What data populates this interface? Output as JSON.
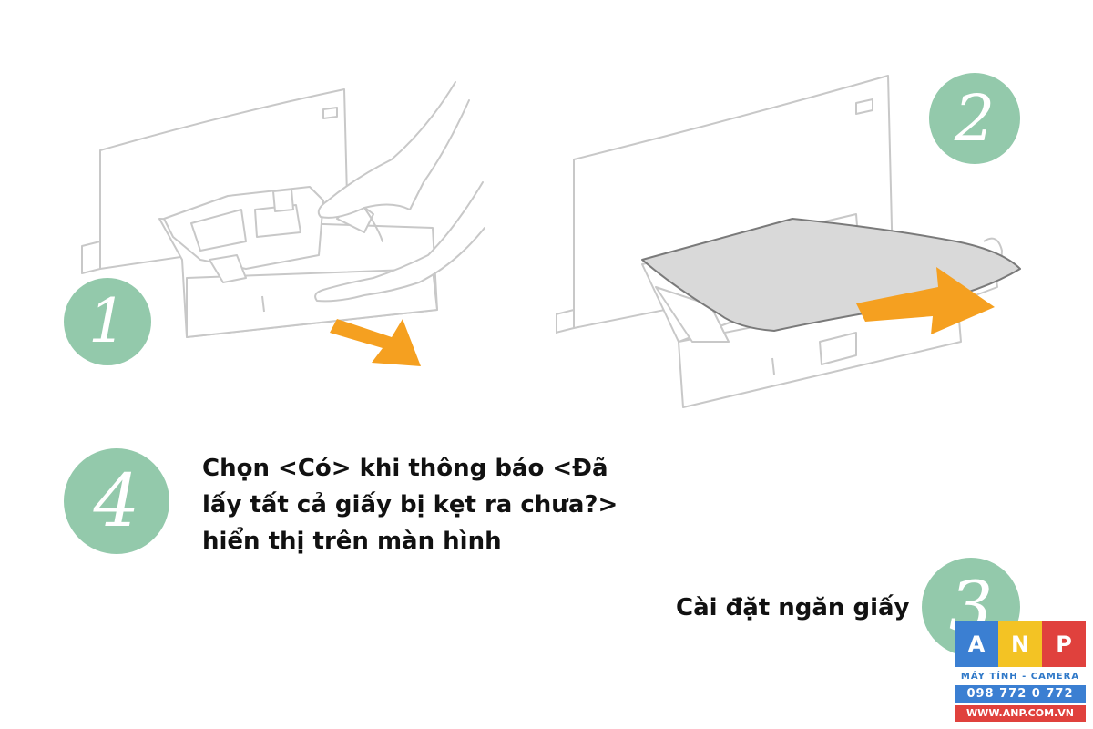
{
  "colors": {
    "step_circle": "#93c9ab",
    "arrow": "#f5a020",
    "line_art": "#c8c8c8",
    "paper": "#d9d9d9",
    "caption_text": "#111111",
    "logo_blue": "#3b7fd2",
    "logo_yellow": "#f3c324",
    "logo_red": "#e0413d"
  },
  "steps": {
    "step1": {
      "number": "1"
    },
    "step2": {
      "number": "2"
    },
    "step3": {
      "number": "3",
      "caption": "Cài đặt ngăn giấy"
    },
    "step4": {
      "number": "4",
      "caption": "Chọn <Có> khi thông báo <Đã lấy tất cả giấy bị kẹt ra chưa?> hiển thị trên màn hình"
    }
  },
  "logo": {
    "letters": [
      "A",
      "N",
      "P"
    ],
    "tagline": "MÁY TÍNH - CAMERA",
    "phone": "098 772 0 772",
    "website": "WWW.ANP.COM.VN"
  }
}
